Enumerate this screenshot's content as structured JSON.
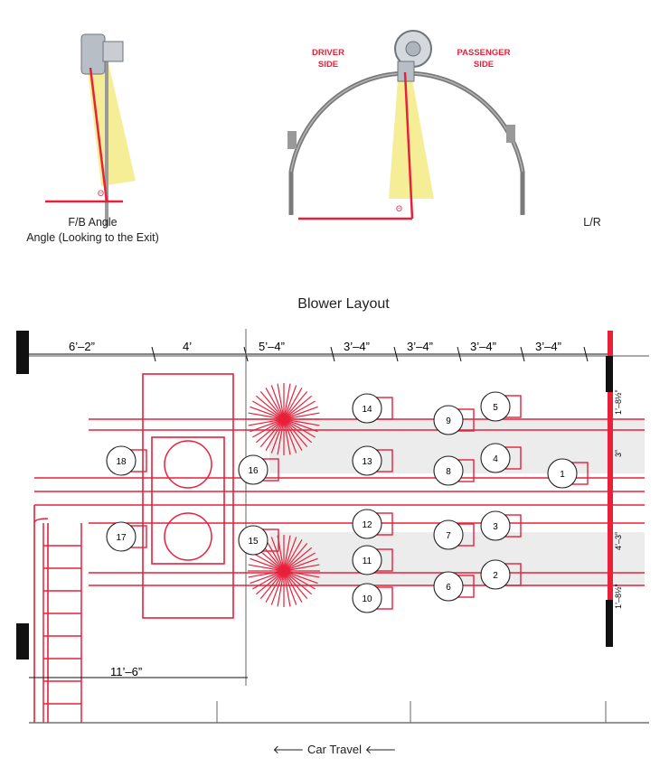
{
  "top": {
    "fb_caption_line1": "F/B Angle",
    "fb_caption_line2": "Angle (Looking to the Exit)",
    "lr_caption": "L/R",
    "driver_side_line1": "DRIVER",
    "driver_side_line2": "SIDE",
    "passenger_side_line1": "PASSENGER",
    "passenger_side_line2": "SIDE",
    "theta": "Θ"
  },
  "layout": {
    "title": "Blower Layout",
    "car_travel": "🡐 Car Travel 🡐",
    "dims_top": [
      "6’–2”",
      "4’",
      "5’–4”",
      "3’–4”",
      "3’–4”",
      "3’–4”",
      "3’–4”"
    ],
    "dim_bottom": "11’–6”",
    "dims_right": [
      "1’–8½”",
      "3”",
      "4’–3”",
      "1’–8½”"
    ],
    "blowers": [
      "1",
      "2",
      "3",
      "4",
      "5",
      "6",
      "7",
      "8",
      "9",
      "10",
      "11",
      "12",
      "13",
      "14",
      "15",
      "16",
      "17",
      "18"
    ]
  },
  "colors": {
    "red": "#e8203a",
    "yellow": "#f4ec8c",
    "gray": "#8a8a8a"
  }
}
